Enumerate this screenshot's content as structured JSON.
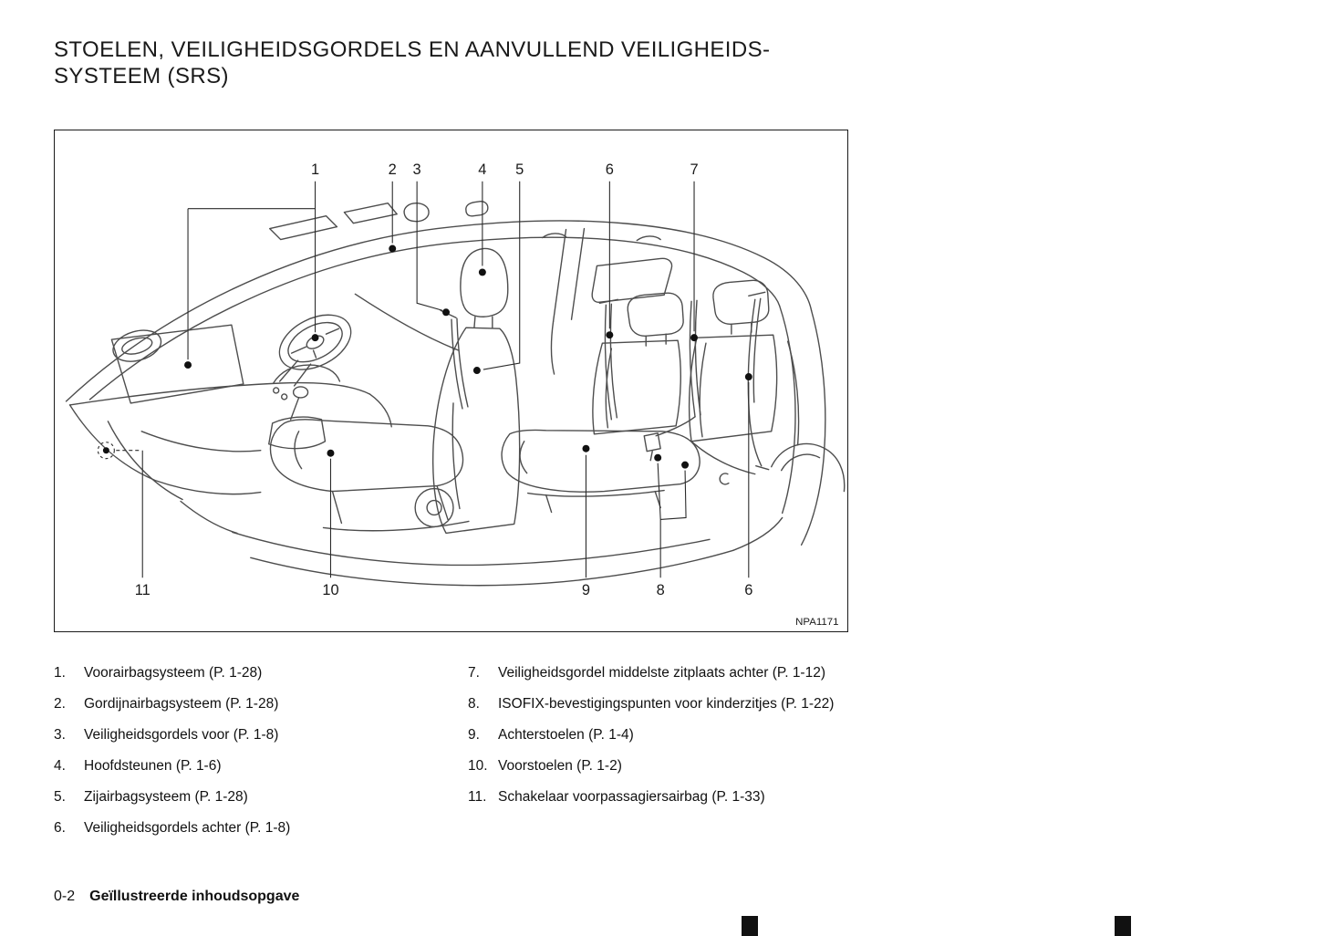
{
  "page": {
    "title": "STOELEN, VEILIGHEIDSGORDELS EN AANVULLEND VEILIGHEIDS-\nSYSTEEM (SRS)",
    "footer": {
      "page_number": "0-2",
      "section": "Geïllustreerde inhoudsopgave"
    }
  },
  "figure": {
    "id_label": "NPA1171",
    "callouts_top": [
      "1",
      "2",
      "3",
      "4",
      "5",
      "6",
      "7"
    ],
    "callouts_bottom": [
      "11",
      "10",
      "9",
      "8",
      "6"
    ]
  },
  "legend": {
    "left": [
      {
        "num": "1.",
        "text": "Voorairbagsysteem (P. 1-28)"
      },
      {
        "num": "2.",
        "text": "Gordijnairbagsysteem (P. 1-28)"
      },
      {
        "num": "3.",
        "text": "Veiligheidsgordels voor (P. 1-8)"
      },
      {
        "num": "4.",
        "text": "Hoofdsteunen (P. 1-6)"
      },
      {
        "num": "5.",
        "text": "Zijairbagsysteem (P. 1-28)"
      },
      {
        "num": "6.",
        "text": "Veiligheidsgordels achter (P. 1-8)"
      }
    ],
    "right": [
      {
        "num": "7.",
        "text": "Veiligheidsgordel middelste zitplaats achter (P. 1-12)"
      },
      {
        "num": "8.",
        "text": "ISOFIX-bevestigingspunten voor kinderzitjes (P. 1-22)"
      },
      {
        "num": "9.",
        "text": "Achterstoelen (P. 1-4)"
      },
      {
        "num": "10.",
        "text": "Voorstoelen (P. 1-2)"
      },
      {
        "num": "11.",
        "text": "Schakelaar voorpassagiersairbag (P. 1-33)"
      }
    ]
  }
}
